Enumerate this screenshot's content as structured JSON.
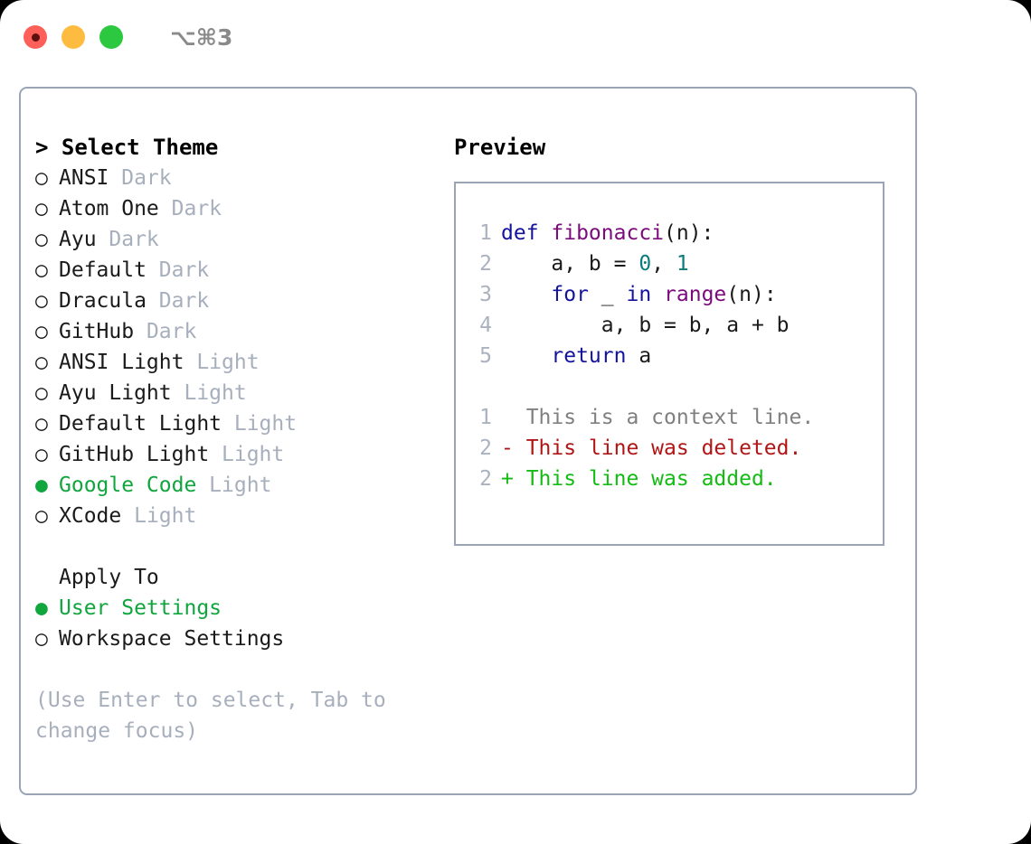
{
  "window": {
    "shortcut_label": "⌥⌘3",
    "traffic_lights": [
      {
        "name": "close-button",
        "color": "#fc6058"
      },
      {
        "name": "minimize-button",
        "color": "#fdbc40"
      },
      {
        "name": "maximize-button",
        "color": "#2bc840"
      }
    ]
  },
  "colors": {
    "border": "#9aa4b4",
    "accent_green": "#11a53e",
    "muted": "#a7afbd",
    "keyword_blue": "#14139c",
    "function_purple": "#7c0a7c",
    "number_teal": "#0c7b7b",
    "diff_removed": "#b01616",
    "diff_added": "#13bb13",
    "context_gray": "#808080",
    "lineno_gray": "#aab2c0"
  },
  "theme_picker": {
    "heading": "> Select Theme",
    "prompt_symbol": ">",
    "marker_unselected": "○",
    "marker_selected": "●",
    "items": [
      {
        "marker": "○",
        "label": "ANSI",
        "tag": "Dark",
        "selected": false
      },
      {
        "marker": "○",
        "label": "Atom One",
        "tag": "Dark",
        "selected": false
      },
      {
        "marker": "○",
        "label": "Ayu",
        "tag": "Dark",
        "selected": false
      },
      {
        "marker": "○",
        "label": "Default",
        "tag": "Dark",
        "selected": false
      },
      {
        "marker": "○",
        "label": "Dracula",
        "tag": "Dark",
        "selected": false
      },
      {
        "marker": "○",
        "label": "GitHub",
        "tag": "Dark",
        "selected": false
      },
      {
        "marker": "○",
        "label": "ANSI Light",
        "tag": "Light",
        "selected": false
      },
      {
        "marker": "○",
        "label": "Ayu Light",
        "tag": "Light",
        "selected": false
      },
      {
        "marker": "○",
        "label": "Default Light",
        "tag": "Light",
        "selected": false
      },
      {
        "marker": "○",
        "label": "GitHub Light",
        "tag": "Light",
        "selected": false
      },
      {
        "marker": "●",
        "label": "Google Code",
        "tag": "Light",
        "selected": true
      },
      {
        "marker": "○",
        "label": "XCode",
        "tag": "Light",
        "selected": false
      }
    ]
  },
  "apply_to": {
    "title": "Apply To",
    "items": [
      {
        "marker": "●",
        "label": "User Settings",
        "selected": true
      },
      {
        "marker": "○",
        "label": "Workspace Settings",
        "selected": false
      }
    ]
  },
  "hint": "(Use Enter to select, Tab to change focus)",
  "preview": {
    "title": "Preview",
    "code_lines": [
      {
        "no": "1",
        "tokens": [
          {
            "t": "def ",
            "c": "kw"
          },
          {
            "t": "fibonacci",
            "c": "fn"
          },
          {
            "t": "(n):",
            "c": "plain"
          }
        ]
      },
      {
        "no": "2",
        "tokens": [
          {
            "t": "    a, b = ",
            "c": "plain"
          },
          {
            "t": "0",
            "c": "num"
          },
          {
            "t": ", ",
            "c": "plain"
          },
          {
            "t": "1",
            "c": "num"
          }
        ]
      },
      {
        "no": "3",
        "tokens": [
          {
            "t": "    for ",
            "c": "kw"
          },
          {
            "t": "_ ",
            "c": "plain"
          },
          {
            "t": "in ",
            "c": "kw"
          },
          {
            "t": "range",
            "c": "fn"
          },
          {
            "t": "(n):",
            "c": "plain"
          }
        ]
      },
      {
        "no": "4",
        "tokens": [
          {
            "t": "        a, b = b, a + b",
            "c": "plain"
          }
        ]
      },
      {
        "no": "5",
        "tokens": [
          {
            "t": "    return ",
            "c": "kw"
          },
          {
            "t": "a",
            "c": "plain"
          }
        ]
      }
    ],
    "diff_lines": [
      {
        "no": "1",
        "sign": "  ",
        "text": "This is a context line.",
        "kind": "ctx"
      },
      {
        "no": "2",
        "sign": "- ",
        "text": "This line was deleted.",
        "kind": "del"
      },
      {
        "no": "2",
        "sign": "+ ",
        "text": "This line was added.",
        "kind": "add"
      }
    ]
  }
}
